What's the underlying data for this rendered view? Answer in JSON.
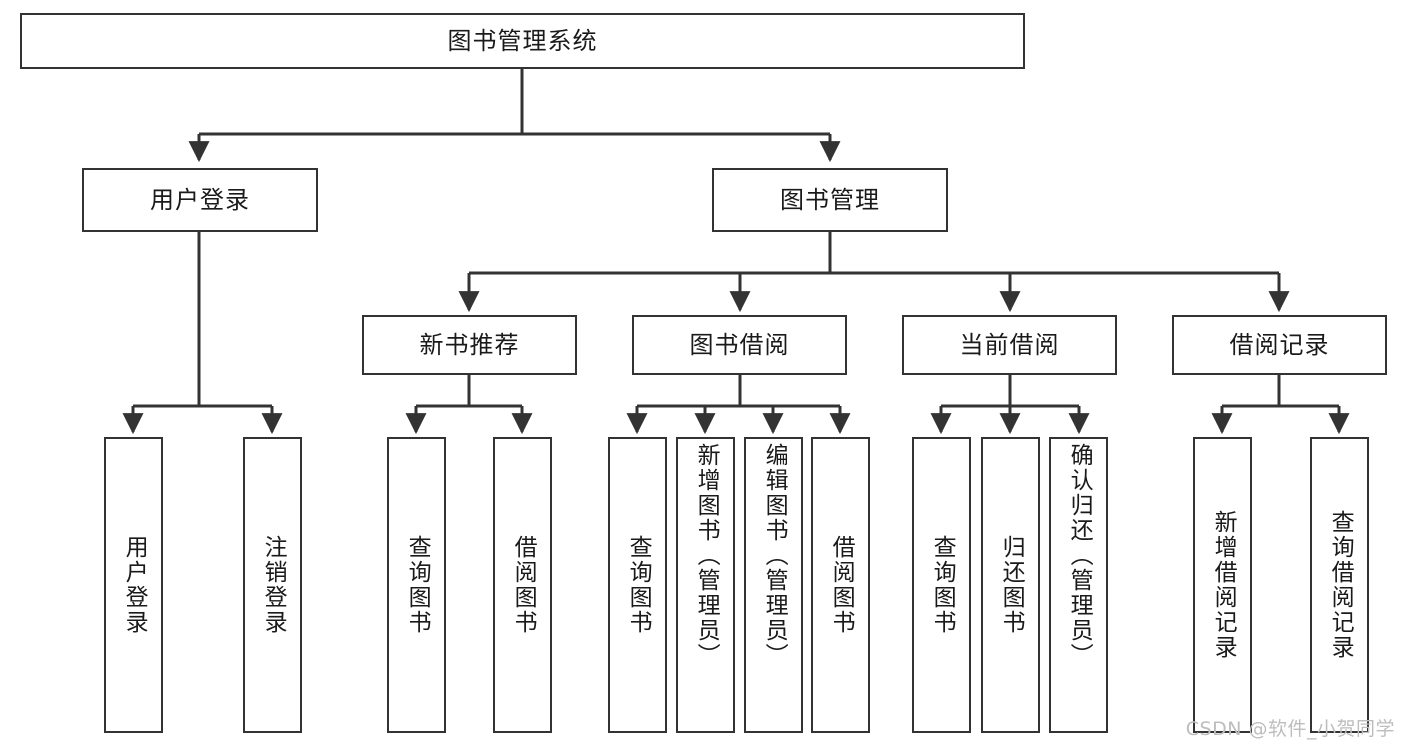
{
  "diagram": {
    "title": "图书管理系统",
    "watermark": "CSDN @软件_小贺同学",
    "stroke_color": "#333333",
    "background_color": "#ffffff",
    "text_color": "#1a1a1a"
  },
  "nodes": {
    "root": {
      "label": "图书管理系统"
    },
    "level2": [
      {
        "label": "用户登录"
      },
      {
        "label": "图书管理"
      }
    ],
    "level3": [
      {
        "label": "新书推荐"
      },
      {
        "label": "图书借阅"
      },
      {
        "label": "当前借阅"
      },
      {
        "label": "借阅记录"
      }
    ],
    "leaves": {
      "user_login": [
        {
          "label": "用户登录"
        },
        {
          "label": "注销登录"
        }
      ],
      "new_book_recommend": [
        {
          "label": "查询图书"
        },
        {
          "label": "借阅图书"
        }
      ],
      "book_borrow": [
        {
          "label": "查询图书"
        },
        {
          "label": "新增图书（管理员）"
        },
        {
          "label": "编辑图书（管理员）"
        },
        {
          "label": "借阅图书"
        }
      ],
      "current_borrow": [
        {
          "label": "查询图书"
        },
        {
          "label": "归还图书"
        },
        {
          "label": "确认归还（管理员）"
        }
      ],
      "borrow_record": [
        {
          "label": "新增借阅记录"
        },
        {
          "label": "查询借阅记录"
        }
      ]
    }
  }
}
